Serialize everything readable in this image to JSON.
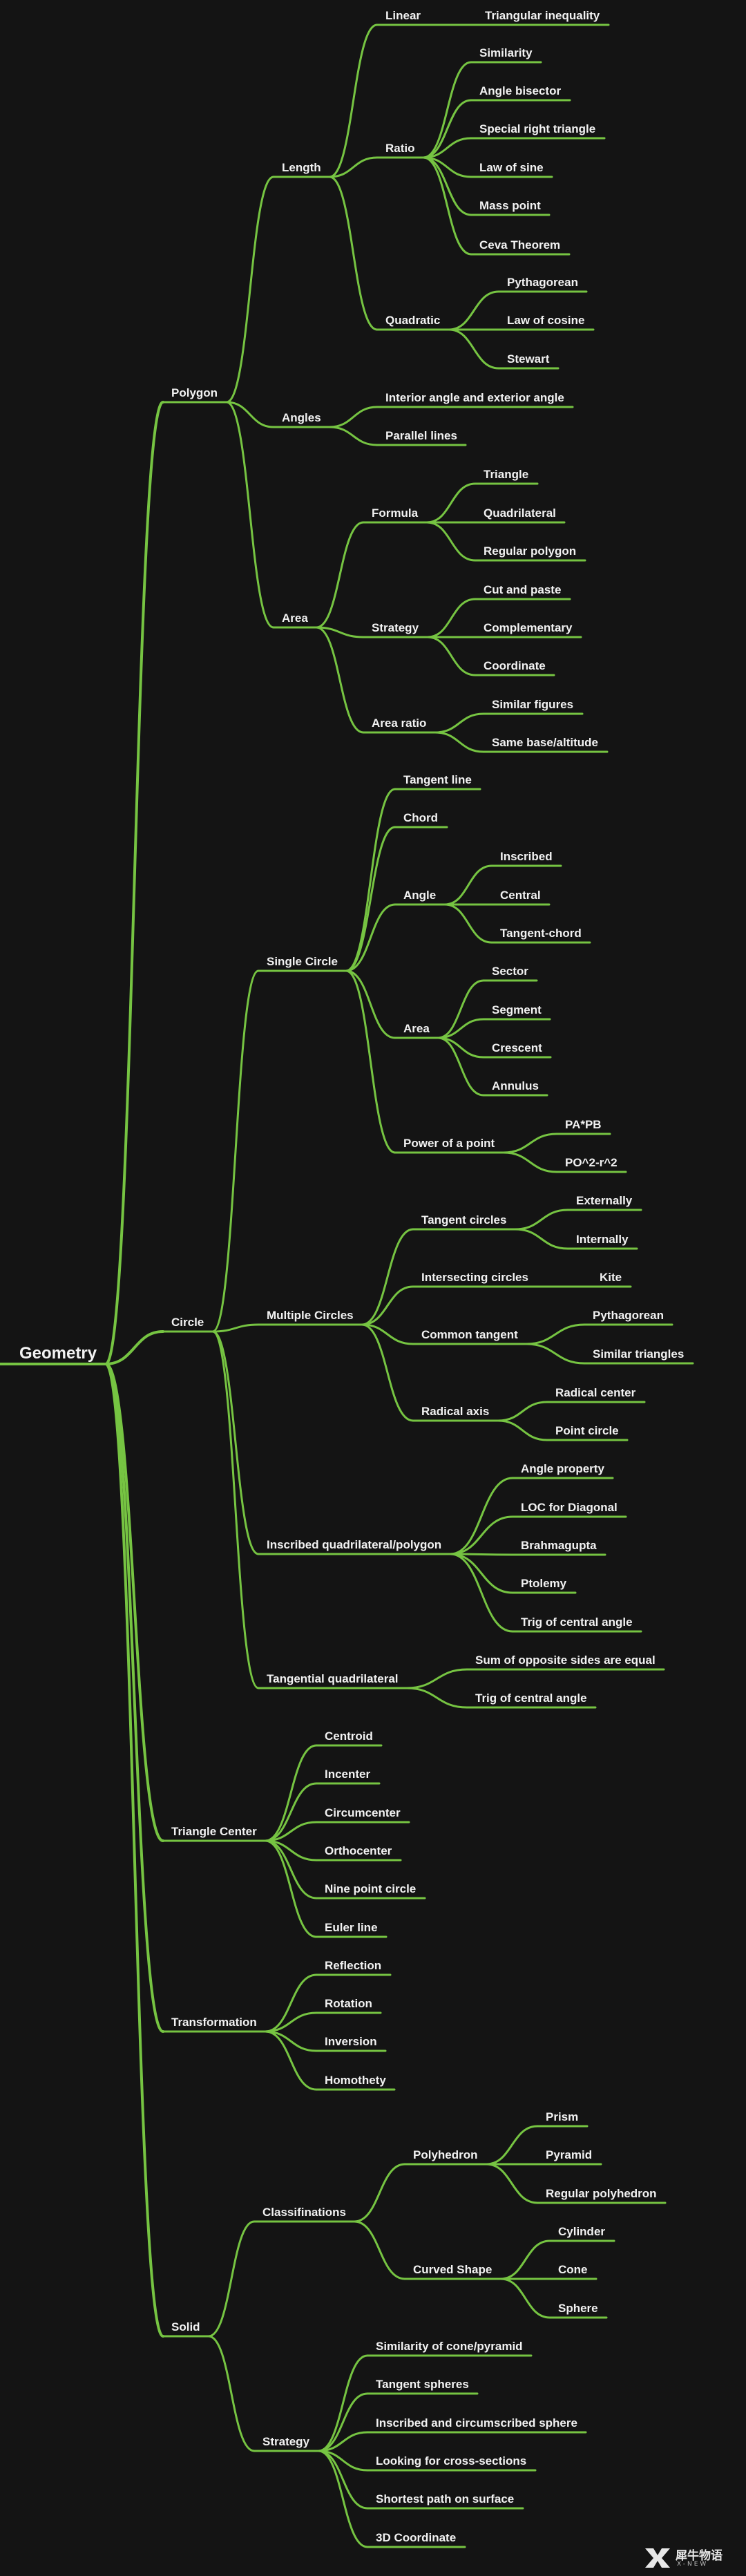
{
  "theme": {
    "background": "#141414",
    "link_color": "#76c442",
    "text_color": "#f2f2f2"
  },
  "root": {
    "label": "Geometry"
  },
  "nodes": [
    {
      "id": "polygon",
      "label": "Polygon",
      "parent": "root"
    },
    {
      "id": "length",
      "label": "Length",
      "parent": "polygon"
    },
    {
      "id": "linear",
      "label": "Linear",
      "parent": "length"
    },
    {
      "id": "tri-ineq",
      "label": "Triangular inequality",
      "parent": "linear"
    },
    {
      "id": "ratio",
      "label": "Ratio",
      "parent": "length"
    },
    {
      "id": "similarity",
      "label": "Similarity",
      "parent": "ratio"
    },
    {
      "id": "angle-bisector",
      "label": "Angle bisector",
      "parent": "ratio"
    },
    {
      "id": "special-right",
      "label": "Special right triangle",
      "parent": "ratio"
    },
    {
      "id": "law-sine",
      "label": "Law of sine",
      "parent": "ratio"
    },
    {
      "id": "mass-point",
      "label": "Mass point",
      "parent": "ratio"
    },
    {
      "id": "ceva",
      "label": "Ceva Theorem",
      "parent": "ratio"
    },
    {
      "id": "quadratic",
      "label": "Quadratic",
      "parent": "length"
    },
    {
      "id": "pythagorean-1",
      "label": "Pythagorean",
      "parent": "quadratic"
    },
    {
      "id": "law-cosine",
      "label": "Law of cosine",
      "parent": "quadratic"
    },
    {
      "id": "stewart",
      "label": "Stewart",
      "parent": "quadratic"
    },
    {
      "id": "angles",
      "label": "Angles",
      "parent": "polygon"
    },
    {
      "id": "interior-ext",
      "label": "Interior angle and exterior angle",
      "parent": "angles"
    },
    {
      "id": "parallel",
      "label": "Parallel lines",
      "parent": "angles"
    },
    {
      "id": "area",
      "label": "Area",
      "parent": "polygon"
    },
    {
      "id": "formula",
      "label": "Formula",
      "parent": "area"
    },
    {
      "id": "triangle",
      "label": "Triangle",
      "parent": "formula"
    },
    {
      "id": "quadrilateral",
      "label": "Quadrilateral",
      "parent": "formula"
    },
    {
      "id": "regular-polygon",
      "label": "Regular polygon",
      "parent": "formula"
    },
    {
      "id": "strategy-area",
      "label": "Strategy",
      "parent": "area"
    },
    {
      "id": "cut-paste",
      "label": "Cut and paste",
      "parent": "strategy-area"
    },
    {
      "id": "complementary",
      "label": "Complementary",
      "parent": "strategy-area"
    },
    {
      "id": "coordinate",
      "label": "Coordinate",
      "parent": "strategy-area"
    },
    {
      "id": "area-ratio",
      "label": "Area ratio",
      "parent": "area"
    },
    {
      "id": "similar-figures",
      "label": "Similar figures",
      "parent": "area-ratio"
    },
    {
      "id": "same-base",
      "label": "Same base/altitude",
      "parent": "area-ratio"
    },
    {
      "id": "circle",
      "label": "Circle",
      "parent": "root"
    },
    {
      "id": "single-circle",
      "label": "Single Circle",
      "parent": "circle"
    },
    {
      "id": "tangent-line",
      "label": "Tangent line",
      "parent": "single-circle"
    },
    {
      "id": "chord",
      "label": "Chord",
      "parent": "single-circle"
    },
    {
      "id": "angle-c",
      "label": "Angle",
      "parent": "single-circle"
    },
    {
      "id": "inscribed",
      "label": "Inscribed",
      "parent": "angle-c"
    },
    {
      "id": "central",
      "label": "Central",
      "parent": "angle-c"
    },
    {
      "id": "tangent-chord",
      "label": "Tangent-chord",
      "parent": "angle-c"
    },
    {
      "id": "area-c",
      "label": "Area",
      "parent": "single-circle"
    },
    {
      "id": "sector",
      "label": "Sector",
      "parent": "area-c"
    },
    {
      "id": "segment",
      "label": "Segment",
      "parent": "area-c"
    },
    {
      "id": "crescent",
      "label": "Crescent",
      "parent": "area-c"
    },
    {
      "id": "annulus",
      "label": "Annulus",
      "parent": "area-c"
    },
    {
      "id": "power-point",
      "label": "Power of a point",
      "parent": "single-circle"
    },
    {
      "id": "pa-pb",
      "label": "PA*PB",
      "parent": "power-point"
    },
    {
      "id": "po-r",
      "label": "PO^2-r^2",
      "parent": "power-point"
    },
    {
      "id": "multiple-circles",
      "label": "Multiple Circles",
      "parent": "circle"
    },
    {
      "id": "tangent-circles",
      "label": "Tangent circles",
      "parent": "multiple-circles"
    },
    {
      "id": "externally",
      "label": "Externally",
      "parent": "tangent-circles"
    },
    {
      "id": "internally",
      "label": "Internally",
      "parent": "tangent-circles"
    },
    {
      "id": "intersecting",
      "label": "Intersecting circles",
      "parent": "multiple-circles"
    },
    {
      "id": "kite",
      "label": "Kite",
      "parent": "intersecting"
    },
    {
      "id": "common-tangent",
      "label": "Common tangent",
      "parent": "multiple-circles"
    },
    {
      "id": "pythagorean-2",
      "label": "Pythagorean",
      "parent": "common-tangent"
    },
    {
      "id": "similar-tri",
      "label": "Similar triangles",
      "parent": "common-tangent"
    },
    {
      "id": "radical-axis",
      "label": "Radical axis",
      "parent": "multiple-circles"
    },
    {
      "id": "radical-center",
      "label": "Radical center",
      "parent": "radical-axis"
    },
    {
      "id": "point-circle",
      "label": "Point circle",
      "parent": "radical-axis"
    },
    {
      "id": "inscribed-quad",
      "label": "Inscribed quadrilateral/polygon",
      "parent": "circle"
    },
    {
      "id": "angle-property",
      "label": "Angle property",
      "parent": "inscribed-quad"
    },
    {
      "id": "loc-diagonal",
      "label": "LOC for Diagonal",
      "parent": "inscribed-quad"
    },
    {
      "id": "brahmagupta",
      "label": "Brahmagupta",
      "parent": "inscribed-quad"
    },
    {
      "id": "ptolemy",
      "label": "Ptolemy",
      "parent": "inscribed-quad"
    },
    {
      "id": "trig-central-1",
      "label": "Trig of central angle",
      "parent": "inscribed-quad"
    },
    {
      "id": "tangential-quad",
      "label": "Tangential quadrilateral",
      "parent": "circle"
    },
    {
      "id": "sum-opposite",
      "label": "Sum of opposite sides are equal",
      "parent": "tangential-quad"
    },
    {
      "id": "trig-central-2",
      "label": "Trig of central angle",
      "parent": "tangential-quad"
    },
    {
      "id": "triangle-center",
      "label": "Triangle Center",
      "parent": "root"
    },
    {
      "id": "centroid",
      "label": "Centroid",
      "parent": "triangle-center"
    },
    {
      "id": "incenter",
      "label": "Incenter",
      "parent": "triangle-center"
    },
    {
      "id": "circumcenter",
      "label": "Circumcenter",
      "parent": "triangle-center"
    },
    {
      "id": "orthocenter",
      "label": "Orthocenter",
      "parent": "triangle-center"
    },
    {
      "id": "nine-point",
      "label": "Nine point circle",
      "parent": "triangle-center"
    },
    {
      "id": "euler-line",
      "label": "Euler line",
      "parent": "triangle-center"
    },
    {
      "id": "transformation",
      "label": "Transformation",
      "parent": "root"
    },
    {
      "id": "reflection",
      "label": "Reflection",
      "parent": "transformation"
    },
    {
      "id": "rotation",
      "label": "Rotation",
      "parent": "transformation"
    },
    {
      "id": "inversion",
      "label": "Inversion",
      "parent": "transformation"
    },
    {
      "id": "homothety",
      "label": "Homothety",
      "parent": "transformation"
    },
    {
      "id": "solid",
      "label": "Solid",
      "parent": "root"
    },
    {
      "id": "classifinations",
      "label": "Classifinations",
      "parent": "solid"
    },
    {
      "id": "polyhedron",
      "label": "Polyhedron",
      "parent": "classifinations"
    },
    {
      "id": "prism",
      "label": "Prism",
      "parent": "polyhedron"
    },
    {
      "id": "pyramid",
      "label": "Pyramid",
      "parent": "polyhedron"
    },
    {
      "id": "regular-polyhedron",
      "label": "Regular polyhedron",
      "parent": "polyhedron"
    },
    {
      "id": "curved-shape",
      "label": "Curved Shape",
      "parent": "classifinations"
    },
    {
      "id": "cylinder",
      "label": "Cylinder",
      "parent": "curved-shape"
    },
    {
      "id": "cone",
      "label": "Cone",
      "parent": "curved-shape"
    },
    {
      "id": "sphere",
      "label": "Sphere",
      "parent": "curved-shape"
    },
    {
      "id": "strategy-solid",
      "label": "Strategy",
      "parent": "solid"
    },
    {
      "id": "sim-cone",
      "label": "Similarity of cone/pyramid",
      "parent": "strategy-solid"
    },
    {
      "id": "tangent-spheres",
      "label": "Tangent spheres",
      "parent": "strategy-solid"
    },
    {
      "id": "insc-circ-sphere",
      "label": "Inscribed and circumscribed sphere",
      "parent": "strategy-solid"
    },
    {
      "id": "cross-sections",
      "label": "Looking for cross-sections",
      "parent": "strategy-solid"
    },
    {
      "id": "shortest-path",
      "label": "Shortest path on surface",
      "parent": "strategy-solid"
    },
    {
      "id": "coord-3d",
      "label": "3D Coordinate",
      "parent": "strategy-solid"
    }
  ],
  "watermark": {
    "icon": "xnew-logo-icon",
    "text": "犀牛物语",
    "subtext": "X-NEW"
  }
}
